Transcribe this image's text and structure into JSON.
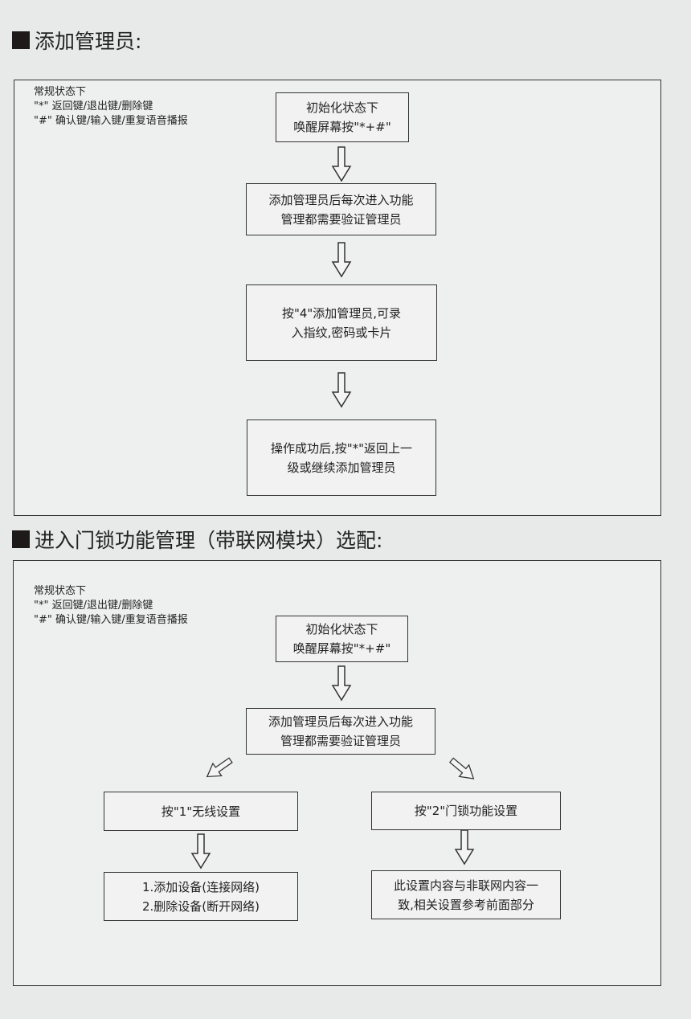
{
  "section1": {
    "title": "添加管理员:",
    "notes": [
      "常规状态下",
      "\"*\" 返回键/退出键/删除键",
      "\"#\" 确认键/输入键/重复语音播报"
    ],
    "steps": [
      [
        "初始化状态下",
        "唤醒屏幕按\"*+#\""
      ],
      [
        "添加管理员后每次进入功能",
        "管理都需要验证管理员"
      ],
      [
        "按\"4\"添加管理员,可录",
        "入指纹,密码或卡片"
      ],
      [
        "操作成功后,按\"*\"返回上一",
        "级或继续添加管理员"
      ]
    ]
  },
  "section2": {
    "title": "进入门锁功能管理（带联网模块）选配:",
    "notes": [
      "常规状态下",
      "\"*\" 返回键/退出键/删除键",
      "\"#\" 确认键/输入键/重复语音播报"
    ],
    "steps": [
      [
        "初始化状态下",
        "唤醒屏幕按\"*+#\""
      ],
      [
        "添加管理员后每次进入功能",
        "管理都需要验证管理员"
      ]
    ],
    "left_branch": [
      [
        "按\"1\"无线设置"
      ],
      [
        "1.添加设备(连接网络)",
        "2.删除设备(断开网络)"
      ]
    ],
    "right_branch": [
      [
        "按\"2\"门锁功能设置"
      ],
      [
        "此设置内容与非联网内容一",
        "致,相关设置参考前面部分"
      ]
    ]
  }
}
